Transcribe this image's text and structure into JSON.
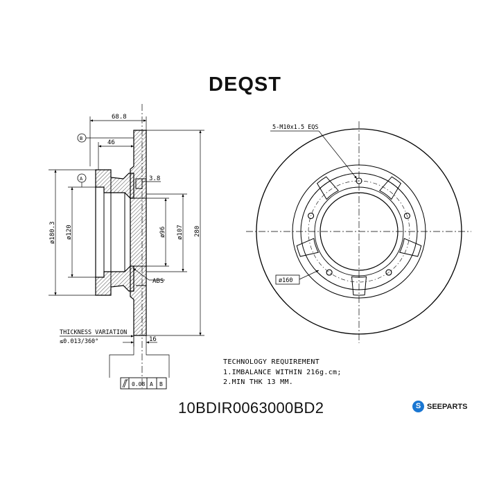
{
  "brand": {
    "logo_text": "DEQST",
    "footer_brand": "SEEPARTS",
    "brand_red": "#d0021b",
    "footer_blue": "#1976d2"
  },
  "part_number": "10BDIR0063000BD2",
  "technology": {
    "title": "TECHNOLOGY REQUIREMENT",
    "line1": "1.IMBALANCE WITHIN 216g.cm;",
    "line2": "2.MIN THK 13 MM."
  },
  "side_view": {
    "dim_68_8": "68.8",
    "dim_46": "46",
    "dim_3_8": "3.8",
    "dim_16": "16",
    "dia_180_3": "ø180.3",
    "dia_120": "ø120",
    "dia_96": "ø96",
    "dia_107": "ø107",
    "dim_280": "280",
    "abs_label": "ABS",
    "datum_a": "A",
    "datum_b": "B",
    "thickness_label": "THICKNESS VARIATION",
    "thickness_value": "≤0.013/360°",
    "tolerance_value": "0.08",
    "tol_ref_a": "A",
    "tol_ref_b": "B"
  },
  "front_view": {
    "bolt_label": "5-M10x1.5 EQS",
    "pcd_label": "ø160"
  }
}
